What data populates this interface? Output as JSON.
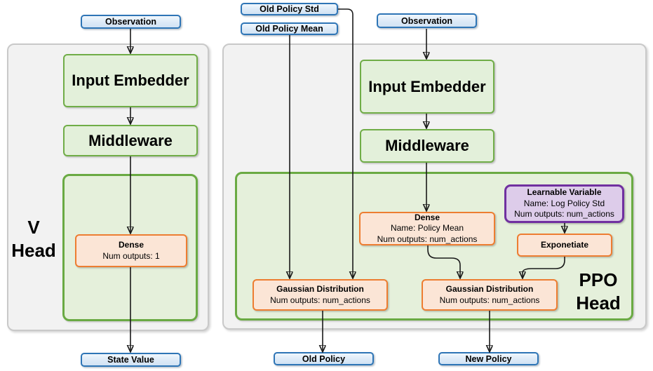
{
  "colors": {
    "blue_border": "#2E75B6",
    "blue_fill": "#DDEAF7",
    "green_border": "#70AD47",
    "green_fill": "#E3F0DA",
    "green_container_fill": "#E5F0DB",
    "orange_border": "#ED7D31",
    "orange_fill": "#FBE5D6",
    "purple_border": "#7030A0",
    "purple_fill": "#DDCCEA",
    "container_fill": "#F2F2F2",
    "container_border": "#C9C9C9",
    "arrow": "#1A1A1A"
  },
  "v_head": {
    "observation": "Observation",
    "input_embedder": "Input Embedder",
    "middleware": "Middleware",
    "label_line1": "V",
    "label_line2": "Head",
    "dense": {
      "title": "Dense",
      "line1": "Num outputs: 1"
    },
    "state_value": "State Value"
  },
  "ppo_head": {
    "old_policy_std": "Old Policy Std",
    "old_policy_mean": "Old Policy Mean",
    "observation": "Observation",
    "input_embedder": "Input Embedder",
    "middleware": "Middleware",
    "dense": {
      "title": "Dense",
      "line1": "Name: Policy Mean",
      "line2": "Num outputs: num_actions"
    },
    "learnable_variable": {
      "title": "Learnable Variable",
      "line1": "Name: Log Policy Std",
      "line2": "Num outputs: num_actions"
    },
    "exponetiate": "Exponetiate",
    "gaussian_old": {
      "title": "Gaussian Distribution",
      "line1": "Num outputs: num_actions"
    },
    "gaussian_new": {
      "title": "Gaussian Distribution",
      "line1": "Num outputs: num_actions"
    },
    "label_line1": "PPO",
    "label_line2": "Head",
    "old_policy": "Old Policy",
    "new_policy": "New Policy"
  }
}
